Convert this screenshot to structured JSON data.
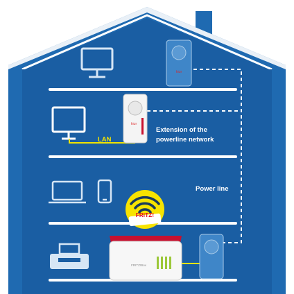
{
  "labels": {
    "extension_line1": "Extension of the",
    "extension_line2": "powerline network",
    "lan": "LAN",
    "power_line": "Power line",
    "fritz_badge": "FRITZ!",
    "box_brand": "FRITZ!Box"
  },
  "colors": {
    "house_fill": "#1f6ab1",
    "house_inner": "#1a5ea3",
    "outline": "#ffffff",
    "lan_cable": "#f2e400",
    "fritz_red": "#e3001b",
    "wifi_badge": "#f7e300"
  },
  "icons": [
    "monitor-icon",
    "laptop-icon",
    "smartphone-icon",
    "printer-icon",
    "powerline-adapter-icon",
    "router-icon",
    "wifi-icon"
  ]
}
